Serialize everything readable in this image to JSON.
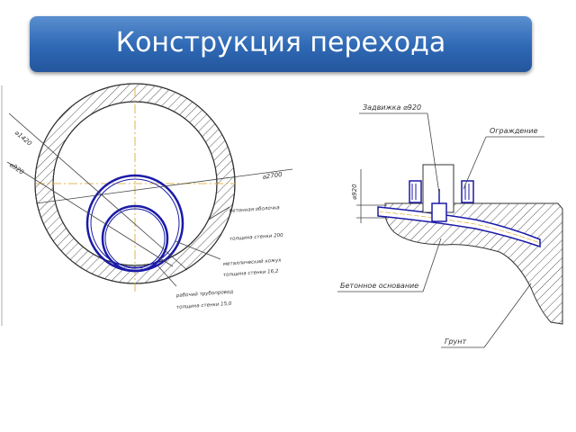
{
  "slide": {
    "title": "Конструкция перехода"
  },
  "cross_section": {
    "dim_main": "⌀1420",
    "dim_pipe": "⌀920",
    "dim_outer": "⌀2700",
    "note_concrete_1": "бетонная оболочка",
    "note_concrete_2": "толщина стенки 200",
    "note_metal_1": "металлический кожух",
    "note_metal_2": "толщина стенки 16,2",
    "note_pipe_1": "рабочий трубопровод",
    "note_pipe_2": "толщина стенки 15,0"
  },
  "elevation": {
    "label_valve": "Задвижка ⌀920",
    "label_fence": "Ограждение",
    "label_base": "Бетонное основание",
    "label_soil": "Грунт",
    "dim_vertical": "⌀920"
  },
  "colors": {
    "drawing_blue": "#1a1aa8",
    "hatch": "#555555",
    "banner": "#2e68b4"
  }
}
